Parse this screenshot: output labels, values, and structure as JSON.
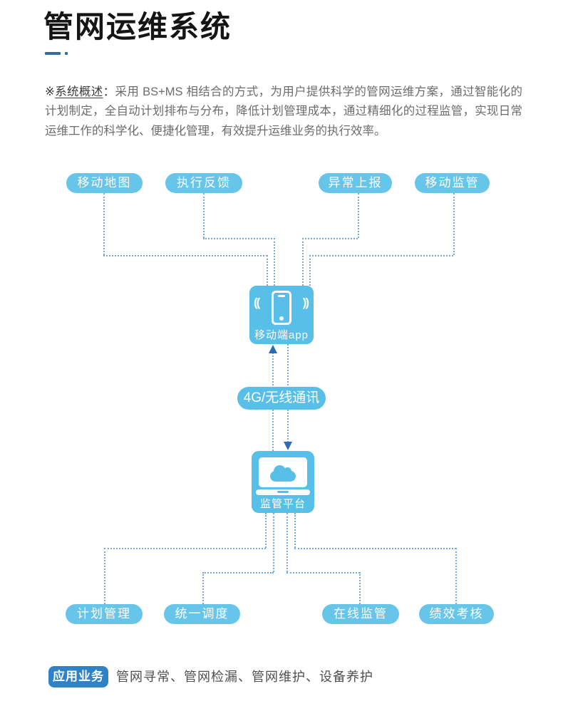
{
  "header": {
    "title": "管网运维系统",
    "overview_marker": "※",
    "overview_label": "系统概述",
    "overview_colon": "：",
    "overview_body": "采用 BS+MS  相结合的方式，为用户提供科学的管网运维方案，通过智能化的计划制定，全自动计划排布与分布，降低计划管理成本，通过精细化的过程监管，实现日常运维工作的科学化、便捷化管理，有效提升运维业务的执行效率。"
  },
  "diagram": {
    "top_nodes": [
      {
        "label": "移动地图"
      },
      {
        "label": "执行反馈"
      },
      {
        "label": "异常上报"
      },
      {
        "label": "移动监管"
      }
    ],
    "mobile_box": {
      "label": "移动端app",
      "wave_left": "((",
      "wave_right": "))"
    },
    "link_label": "4G/无线通讯",
    "platform_box": {
      "label": "监管平台"
    },
    "bottom_nodes": [
      {
        "label": "计划管理"
      },
      {
        "label": "统一调度"
      },
      {
        "label": "在线监管"
      },
      {
        "label": "绩效考核"
      }
    ]
  },
  "footer": {
    "badge_label": "应用业务",
    "services_text": "管网寻常、管网检漏、管网维护、设备养护"
  },
  "colors": {
    "pill_blue": "#66c5e9",
    "box_blue": "#57bfe8",
    "connector_blue": "#74a9de",
    "arrow_blue": "#2b6cb3",
    "badge_blue": "#2e82c5",
    "accent_dash": "#2f6f99",
    "title_black": "#151515",
    "body_gray": "#6c6c6c"
  }
}
